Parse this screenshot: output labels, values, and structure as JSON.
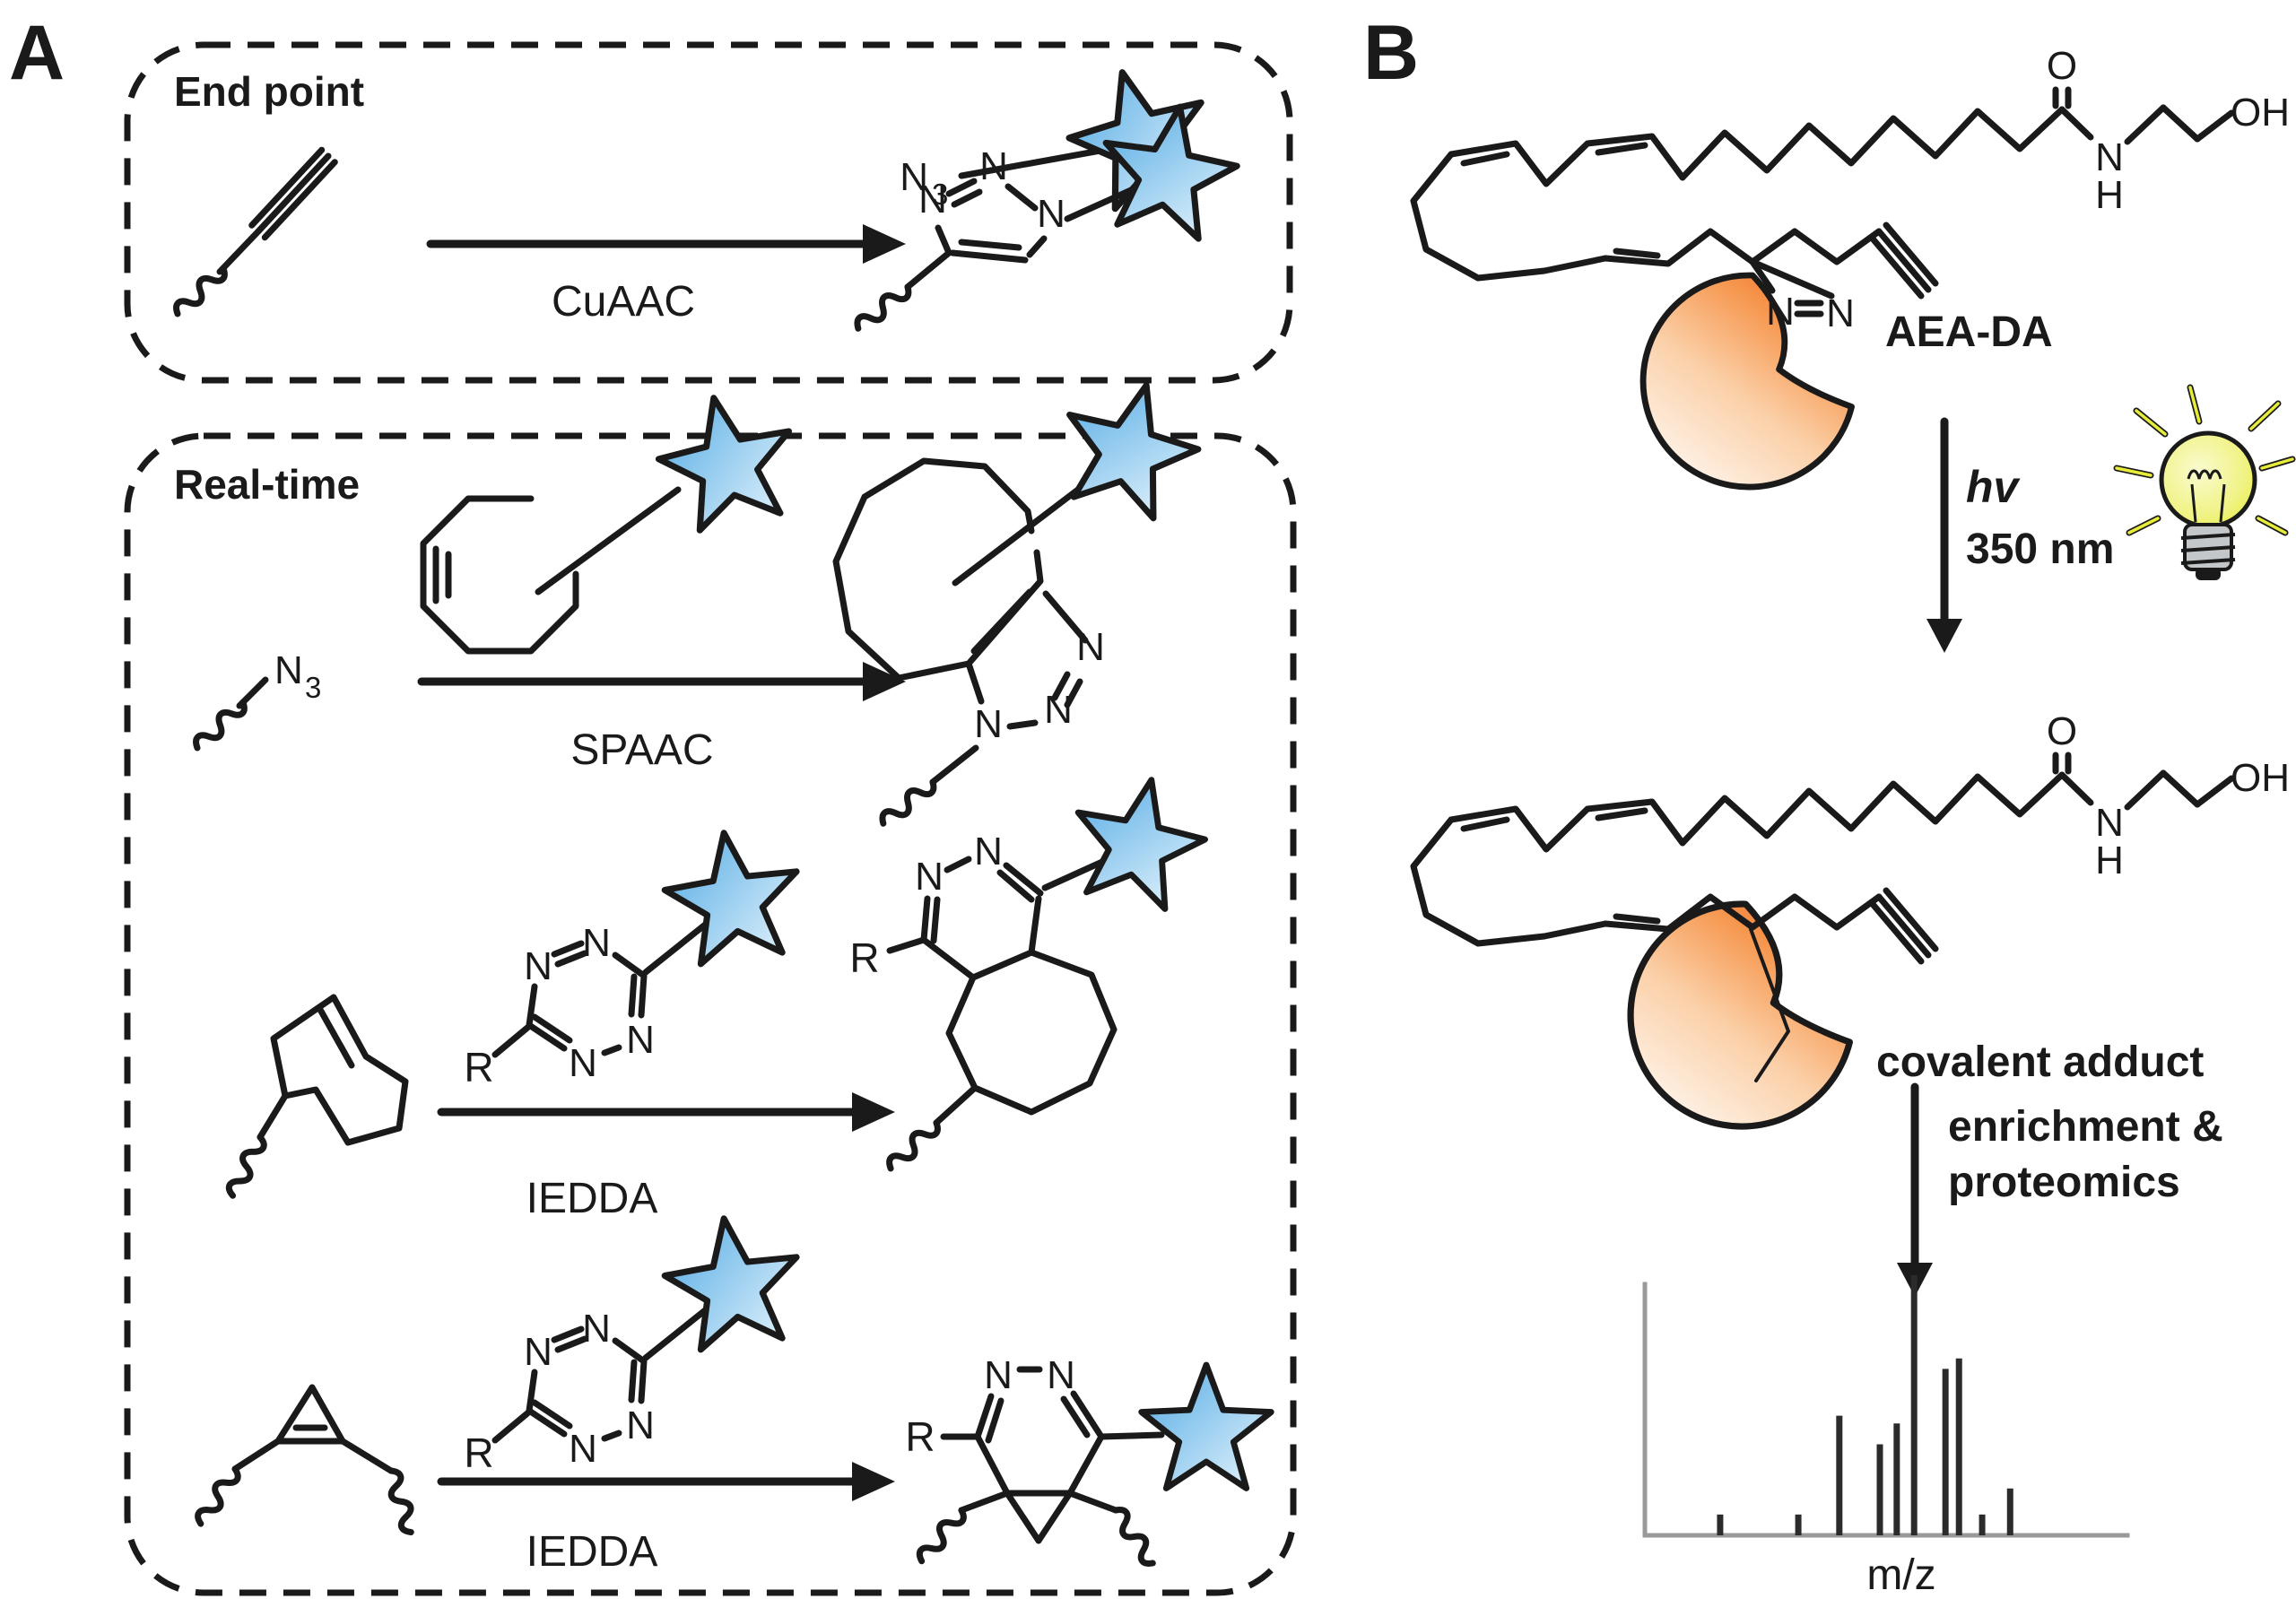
{
  "figure": {
    "panel_a_label": "A",
    "panel_b_label": "B"
  },
  "panel_a": {
    "endpoint_box_title": "End point",
    "realtime_box_title": "Real-time",
    "reactions": [
      {
        "name": "CuAAC"
      },
      {
        "name": "SPAAC"
      },
      {
        "name": "IEDDA"
      },
      {
        "name": "IEDDA"
      }
    ]
  },
  "atoms": {
    "n": "N",
    "o": "O",
    "h": "H",
    "oh": "OH",
    "r": "R",
    "sub3": "3"
  },
  "panel_b": {
    "probe_label": "AEA-DA",
    "photolysis": {
      "hv": "hv",
      "wavelength": "350 nm"
    },
    "adduct_label": "covalent adduct",
    "workflow_line1": "enrichment &",
    "workflow_line2": "proteomics",
    "spectrum_xlabel": "m/z"
  },
  "colors": {
    "ink": "#1a1a1a",
    "star_blue_deep": "#4FA8E3",
    "star_blue_light": "#E9F6FD",
    "protein_orange_deep": "#EF5A1E",
    "protein_orange_mid": "#F6954C",
    "protein_orange_light": "#FFFFFF",
    "bulb_yellow_deep": "#E7EC3A",
    "bulb_yellow_light": "#FAFBD0",
    "spectrum_axis_gray": "#999999"
  },
  "chart_data": {
    "type": "bar",
    "title": "schematic mass spectrum",
    "xlabel": "m/z",
    "ylabel": "",
    "grid": false,
    "peaks": [
      {
        "x_rel": 0.156,
        "intensity": 8
      },
      {
        "x_rel": 0.318,
        "intensity": 8
      },
      {
        "x_rel": 0.403,
        "intensity": 46
      },
      {
        "x_rel": 0.487,
        "intensity": 35
      },
      {
        "x_rel": 0.522,
        "intensity": 43
      },
      {
        "x_rel": 0.558,
        "intensity": 100
      },
      {
        "x_rel": 0.623,
        "intensity": 64
      },
      {
        "x_rel": 0.651,
        "intensity": 68
      },
      {
        "x_rel": 0.699,
        "intensity": 8
      },
      {
        "x_rel": 0.757,
        "intensity": 18
      }
    ]
  }
}
